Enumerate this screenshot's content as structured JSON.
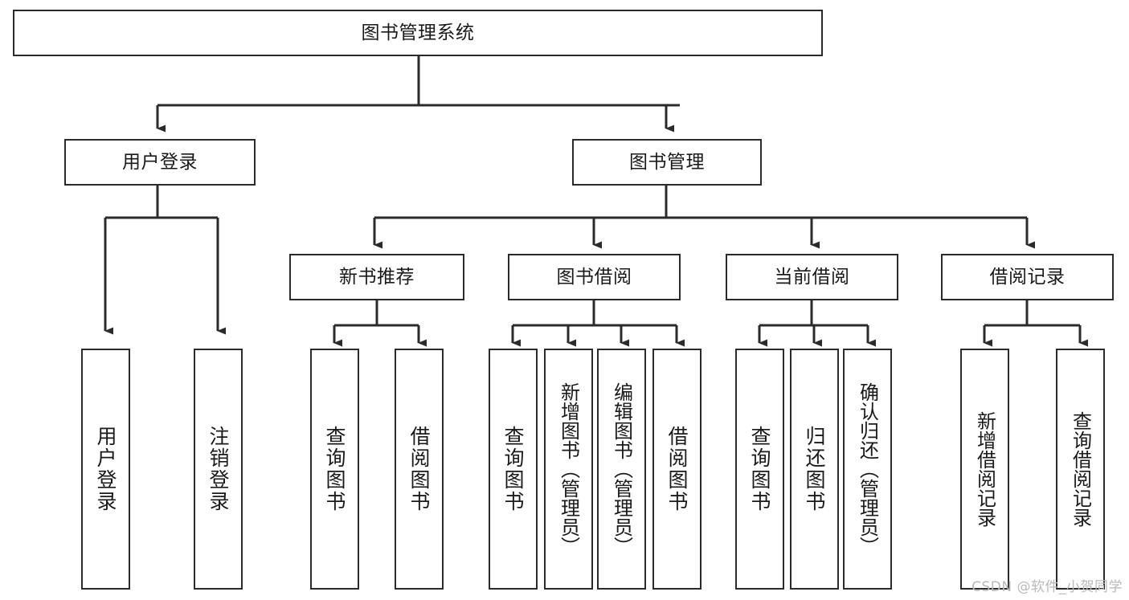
{
  "diagram": {
    "type": "tree",
    "title": "图书管理系统",
    "watermark": "CSDN @软件_小贺同学",
    "colors": {
      "box_border": "#2b2b2b",
      "box_fill": "#ffffff",
      "connector": "#2b2b2b",
      "text": "#1a1a1a",
      "watermark": "#b9b9b9"
    },
    "root": {
      "id": "root",
      "label": "图书管理系统"
    },
    "level2": [
      {
        "id": "user-login",
        "label": "用户登录"
      },
      {
        "id": "book-manage",
        "label": "图书管理"
      }
    ],
    "level3": [
      {
        "id": "new-book-recommend",
        "label": "新书推荐",
        "parent": "book-manage"
      },
      {
        "id": "book-borrow",
        "label": "图书借阅",
        "parent": "book-manage"
      },
      {
        "id": "current-borrow",
        "label": "当前借阅",
        "parent": "book-manage"
      },
      {
        "id": "borrow-record",
        "label": "借阅记录",
        "parent": "book-manage"
      }
    ],
    "leaves": {
      "user-login": [
        {
          "id": "leaf-user-login",
          "label": "用户登录"
        },
        {
          "id": "leaf-user-logout",
          "label": "注销登录"
        }
      ],
      "new-book-recommend": [
        {
          "id": "leaf-query-book-1",
          "label": "查询图书"
        },
        {
          "id": "leaf-borrow-book-1",
          "label": "借阅图书"
        }
      ],
      "book-borrow": [
        {
          "id": "leaf-query-book-2",
          "label": "查询图书"
        },
        {
          "id": "leaf-add-book-admin",
          "label": "新增图书（管理员）"
        },
        {
          "id": "leaf-edit-book-admin",
          "label": "编辑图书（管理员）"
        },
        {
          "id": "leaf-borrow-book-2",
          "label": "借阅图书"
        }
      ],
      "current-borrow": [
        {
          "id": "leaf-query-book-3",
          "label": "查询图书"
        },
        {
          "id": "leaf-return-book",
          "label": "归还图书"
        },
        {
          "id": "leaf-confirm-return-admin",
          "label": "确认归还（管理员）"
        }
      ],
      "borrow-record": [
        {
          "id": "leaf-add-borrow-record",
          "label": "新增借阅记录"
        },
        {
          "id": "leaf-query-borrow-record",
          "label": "查询借阅记录"
        }
      ]
    }
  }
}
